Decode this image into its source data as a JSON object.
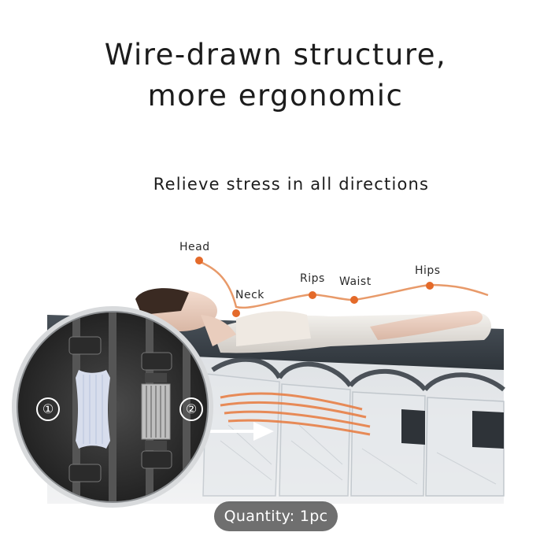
{
  "headline": {
    "line1": "Wire-drawn structure,",
    "line2": "more ergonomic"
  },
  "subheadline": "Relieve stress in all directions",
  "body_points": [
    {
      "label": "Head"
    },
    {
      "label": "Neck"
    },
    {
      "label": "Rips"
    },
    {
      "label": "Waist"
    },
    {
      "label": "Hips"
    }
  ],
  "inset": {
    "marker1": "①",
    "marker2": "②"
  },
  "quantity_badge": "Quantity: 1pc",
  "colors": {
    "accent_orange": "#e87a3e",
    "mattress_dark": "#3a4149",
    "badge_bg": "#464646"
  }
}
